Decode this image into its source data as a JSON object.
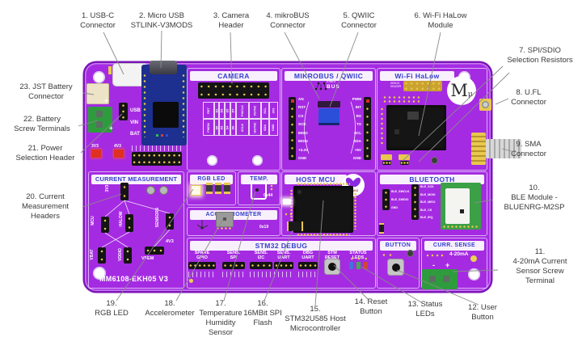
{
  "callouts": [
    {
      "id": "usb-c-connector",
      "text": "1. USB-C\nConnector"
    },
    {
      "id": "micro-usb-stlink",
      "text": "2. Micro USB\nSTLINK-V3MODS"
    },
    {
      "id": "camera-header",
      "text": "3. Camera\nHeader"
    },
    {
      "id": "mikrobus-connector",
      "text": "4. mikroBUS\nConnector"
    },
    {
      "id": "qwiic-connector",
      "text": "5. QWIIC\nConnector"
    },
    {
      "id": "wifi-halow-module",
      "text": "6. Wi-Fi HaLow\nModule"
    },
    {
      "id": "spi-sdio-resistors",
      "text": "7. SPI/SDIO\nSelection Resistors"
    },
    {
      "id": "ufl-connector",
      "text": "8. U.FL\nConnector"
    },
    {
      "id": "sma-connector",
      "text": "9. SMA\nConnector"
    },
    {
      "id": "ble-module",
      "text": "10.\nBLE Module -\nBLUENRG-M2SP"
    },
    {
      "id": "current-sensor-terminal",
      "text": "11.\n4-20mA Current\nSensor Screw\nTerminal"
    },
    {
      "id": "user-button",
      "text": "12. User\nButton"
    },
    {
      "id": "status-leds",
      "text": "13. Status\nLEDs"
    },
    {
      "id": "reset-button",
      "text": "14. Reset\nButton"
    },
    {
      "id": "stm32u585-mcu",
      "text": "15.\nSTM32U585 Host\nMicrocontroller"
    },
    {
      "id": "spi-flash",
      "text": "16.\n16MBit SPI\nFlash"
    },
    {
      "id": "temp-humidity-sensor",
      "text": "17.\nTemperature\nHumidity\nSensor"
    },
    {
      "id": "accelerometer",
      "text": "18.\nAccelerometer"
    },
    {
      "id": "rgb-led",
      "text": "19.\nRGB LED"
    },
    {
      "id": "current-measurement-headers",
      "text": "20. Current\nMeasurement\nHeaders"
    },
    {
      "id": "power-selection-header",
      "text": "21. Power\nSelection Header"
    },
    {
      "id": "battery-screw-terminals",
      "text": "22. Battery\nScrew Terminals"
    },
    {
      "id": "jst-battery-connector",
      "text": "23. JST Battery\nConnector"
    }
  ],
  "board": {
    "name": "MM6108-EKH05 V3",
    "sections": {
      "camera": "CAMERA",
      "mikrobus": "MIKROBUS / QWIIC",
      "halow": "Wi-Fi HaLow",
      "current": "CURRENT MEASUREMENT",
      "rgbled": "RGB LED",
      "temp": "TEMP.",
      "accel": "ACCELEROMETER",
      "hostmcu": "HOST MCU",
      "bluetooth": "BLUETOOTH",
      "debug": "STM32 DEBUG",
      "button": "BUTTON",
      "currsense": "CURR. SENSE"
    },
    "left": {
      "power_header": [
        "USB",
        "VIN",
        "BAT"
      ],
      "v3": "3V3",
      "v4": "4V3",
      "plus_jst": "+",
      "plus_batt": "+"
    },
    "camera_pins": {
      "top": [
        "RST",
        "D1",
        "D3",
        "D5",
        "D7",
        "PIXCLK",
        "VSYNC",
        "SCL",
        "3V3"
      ],
      "bottom": [
        "PWDN",
        "D0",
        "D2",
        "D4",
        "D6",
        "XCLK",
        "HSYNC",
        "SDA",
        "GND"
      ]
    },
    "mikrobus": {
      "left": [
        "AN",
        "RST",
        "CS",
        "SCK",
        "MISO",
        "MOSI",
        "+3.3V",
        "GND"
      ],
      "right": [
        "PWM",
        "INT",
        "RX",
        "TX",
        "SCL",
        "SDA",
        "+5V",
        "GND"
      ],
      "logo_small": "mikro",
      "logo_big": "BUS",
      "qwiic": "QWIIC"
    },
    "halow": {
      "debug_header": "DEBUG\nHEADER",
      "sdio": "SDIO",
      "spi": "SPI",
      "logo_m": "M",
      "logo_mu": "μ"
    },
    "bluetooth": {
      "left": [
        "BLE_SWCLK",
        "BLE_SWDIO",
        "GND"
      ],
      "right": [
        "BLE_SCK",
        "BLE_MOSI",
        "BLE_MISO",
        "BLE_CS",
        "BLE_IRQ"
      ]
    },
    "current": {
      "v3": "3V3",
      "mcu": "MCU",
      "halow": "HALOW",
      "sensors": "SENSORS",
      "vbat": "VBAT",
      "vddio": "VDDIO",
      "v4": "4V3",
      "vfem": "VFEM"
    },
    "temp": {
      "addr": "0x44"
    },
    "accel": {
      "addr": "0x19"
    },
    "hostmcu": {
      "logo": "STM32"
    },
    "debug_groups": [
      "SPARE\nGPIO",
      "SENS.\nSPI",
      "SENS.\nI2C",
      "SENS.\nUART",
      "DBG\nUART",
      "STM\nRESET",
      "STATUS\nLEDS"
    ],
    "currsense": {
      "range": "4-20mA",
      "minus": "-",
      "plus": "+"
    }
  },
  "colors": {
    "board": "#A52BE2",
    "board_border": "#7C15B8",
    "section_label_text": "#3340CF",
    "gold": "#E8C84F",
    "terminal_green": "#2E9C3D",
    "status_leds": [
      "#4173D8",
      "#3FAE4B",
      "#CF4636"
    ],
    "callout_text": "#3A3A3A"
  }
}
